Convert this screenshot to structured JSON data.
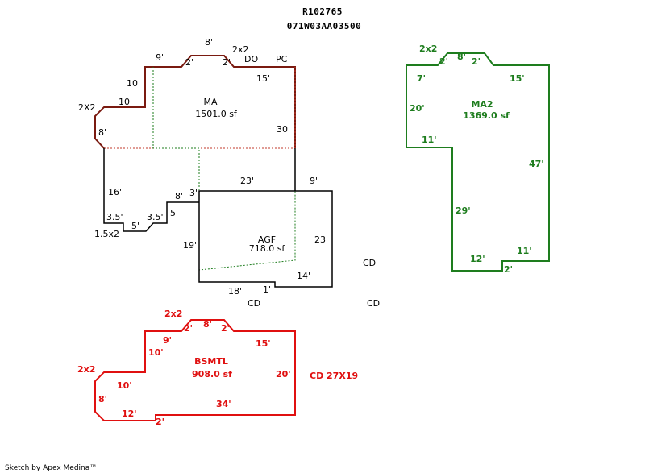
{
  "header": {
    "parcel_id": "R102765",
    "map_number": "071W03AA03500"
  },
  "footer": {
    "credit": "Sketch by Apex Medina™"
  },
  "colors": {
    "ma": "#7a1a10",
    "ma_dotted": "#c0392b",
    "agf": "#000000",
    "green": "#1e7d1e",
    "red": "#e01010",
    "text": "#000000"
  },
  "areas": {
    "ma": {
      "label": "MA",
      "size": "1501.0 sf"
    },
    "agf": {
      "label": "AGF",
      "size": "718.0 sf"
    },
    "ma2": {
      "label": "MA2",
      "size": "1369.0 sf"
    },
    "bsmtl": {
      "label": "BSMTL",
      "size": "908.0 sf"
    }
  },
  "dims": {
    "ma": {
      "d9": "9'",
      "d8": "8'",
      "d2x2": "2x2",
      "d2a": "2'",
      "d2b": "2'",
      "do": "DO",
      "pc": "PC",
      "d15": "15'",
      "d10a": "10'",
      "d10b": "10'",
      "corner": "2X2",
      "d8s": "8'",
      "d30": "30'"
    },
    "agf": {
      "d23top": "23'",
      "d9": "9'",
      "d16": "16'",
      "d8": "8'",
      "d3": "3'",
      "d35a": "3.5'",
      "d5h": "5'",
      "d35b": "3.5'",
      "d5v": "5'",
      "d15x2": "1.5x2",
      "d19": "19'",
      "d23r": "23'",
      "d14": "14'",
      "d18": "18'",
      "d1": "1'",
      "cd1": "CD",
      "cd2": "CD",
      "cd3": "CD"
    },
    "ma2": {
      "d2x2": "2x2",
      "d8": "8'",
      "d2a": "2'",
      "d2b": "2'",
      "d7": "7'",
      "d15": "15'",
      "d20": "20'",
      "d11a": "11'",
      "d47": "47'",
      "d29": "29'",
      "d12": "12'",
      "d11b": "11'",
      "d2c": "2'"
    },
    "bsmtl": {
      "d2x2top": "2x2",
      "d2a": "2'",
      "d8": "8'",
      "d2b": "2'",
      "d9": "9'",
      "d10a": "10'",
      "d15": "15'",
      "d20": "20'",
      "d2x2left": "2x2",
      "d10b": "10'",
      "d8s": "8'",
      "d12": "12'",
      "d2c": "2'",
      "d34": "34'",
      "cd": "CD 27X19"
    }
  }
}
